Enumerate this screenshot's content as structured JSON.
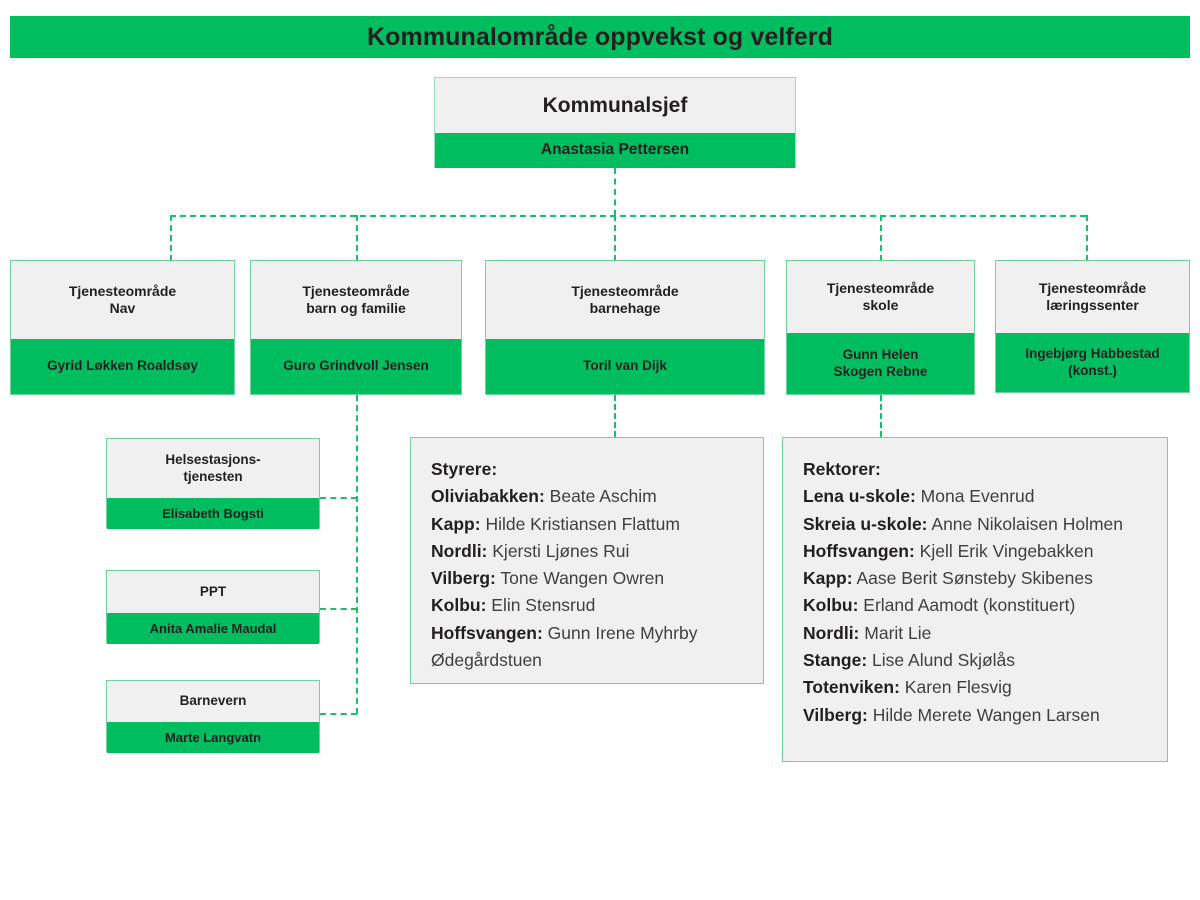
{
  "header": {
    "title": "Kommunalområde oppvekst og velferd"
  },
  "colors": {
    "brand_green": "#00bd5f",
    "connector_green": "#1bbf6a",
    "box_border": "#6fd49a",
    "box_fill": "#f0f0f0",
    "text": "#231f20"
  },
  "root": {
    "title": "Kommunalsjef",
    "person": "Anastasia Pettersen"
  },
  "service_areas": [
    {
      "title_line1": "Tjenesteområde",
      "title_line2": "Nav",
      "person": "Gyrid Løkken Roaldsøy"
    },
    {
      "title_line1": "Tjenesteområde",
      "title_line2": "barn og familie",
      "person": "Guro Grindvoll Jensen"
    },
    {
      "title_line1": "Tjenesteområde",
      "title_line2": "barnehage",
      "person": "Toril van Dijk"
    },
    {
      "title_line1": "Tjenesteområde",
      "title_line2": "skole",
      "person_line1": "Gunn Helen",
      "person_line2": "Skogen Rebne"
    },
    {
      "title_line1": "Tjenesteområde",
      "title_line2": "læringssenter",
      "person_line1": "Ingebjørg Habbestad",
      "person_line2": "(konst.)"
    }
  ],
  "sub_units": [
    {
      "title_line1": "Helsestasjons-",
      "title_line2": "tjenesten",
      "person": "Elisabeth Bogsti"
    },
    {
      "title_line1": "PPT",
      "title_line2": "",
      "person": "Anita Amalie Maudal"
    },
    {
      "title_line1": "Barnevern",
      "title_line2": "",
      "person": "Marte Langvatn"
    }
  ],
  "panels": {
    "styrere": {
      "heading": "Styrere:",
      "entries": [
        {
          "key": "Oliviabakken:",
          "value": "Beate Aschim"
        },
        {
          "key": "Kapp:",
          "value": "Hilde Kristiansen Flattum"
        },
        {
          "key": "Nordli:",
          "value": "Kjersti Ljønes Rui"
        },
        {
          "key": "Vilberg:",
          "value": "Tone Wangen Owren"
        },
        {
          "key": "Kolbu:",
          "value": "Elin Stensrud"
        },
        {
          "key": "Hoffsvangen:",
          "value": "Gunn Irene Myhrby Ødegårdstuen"
        }
      ]
    },
    "rektorer": {
      "heading": "Rektorer:",
      "entries": [
        {
          "key": "Lena u-skole:",
          "value": "Mona Evenrud"
        },
        {
          "key": "Skreia u-skole:",
          "value": "Anne Nikolaisen Holmen"
        },
        {
          "key": "Hoffsvangen:",
          "value": "Kjell Erik Vingebakken"
        },
        {
          "key": "Kapp:",
          "value": "Aase Berit Sønsteby Skibenes"
        },
        {
          "key": "Kolbu:",
          "value": "Erland Aamodt (konstituert)"
        },
        {
          "key": "Nordli:",
          "value": "Marit Lie"
        },
        {
          "key": "Stange:",
          "value": "Lise Alund Skjølås"
        },
        {
          "key": "Totenviken:",
          "value": "Karen Flesvig"
        },
        {
          "key": "Vilberg:",
          "value": "Hilde Merete Wangen Larsen"
        }
      ]
    }
  }
}
